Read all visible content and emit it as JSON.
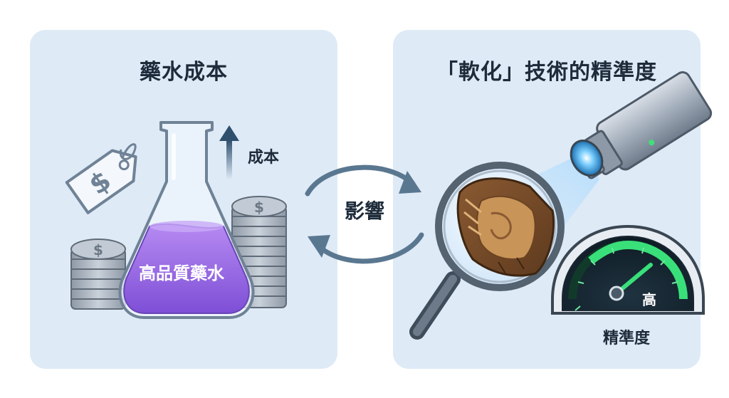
{
  "left_panel": {
    "title": "藥水成本",
    "cost_label": "成本",
    "flask_label": "高品質藥水",
    "price_tag_symbol": "$",
    "coin_symbol": "$"
  },
  "center": {
    "relation_label": "影響"
  },
  "right_panel": {
    "title": "「軟化」技術的精準度",
    "gauge_value_label": "高",
    "gauge_caption": "精準度"
  },
  "colors": {
    "panel_bg": "#deeaf6",
    "liquid": "#9b6be8",
    "arrow": "#5a7790",
    "gauge_fill": "#39e07a",
    "coin": "#a9b4c0"
  }
}
